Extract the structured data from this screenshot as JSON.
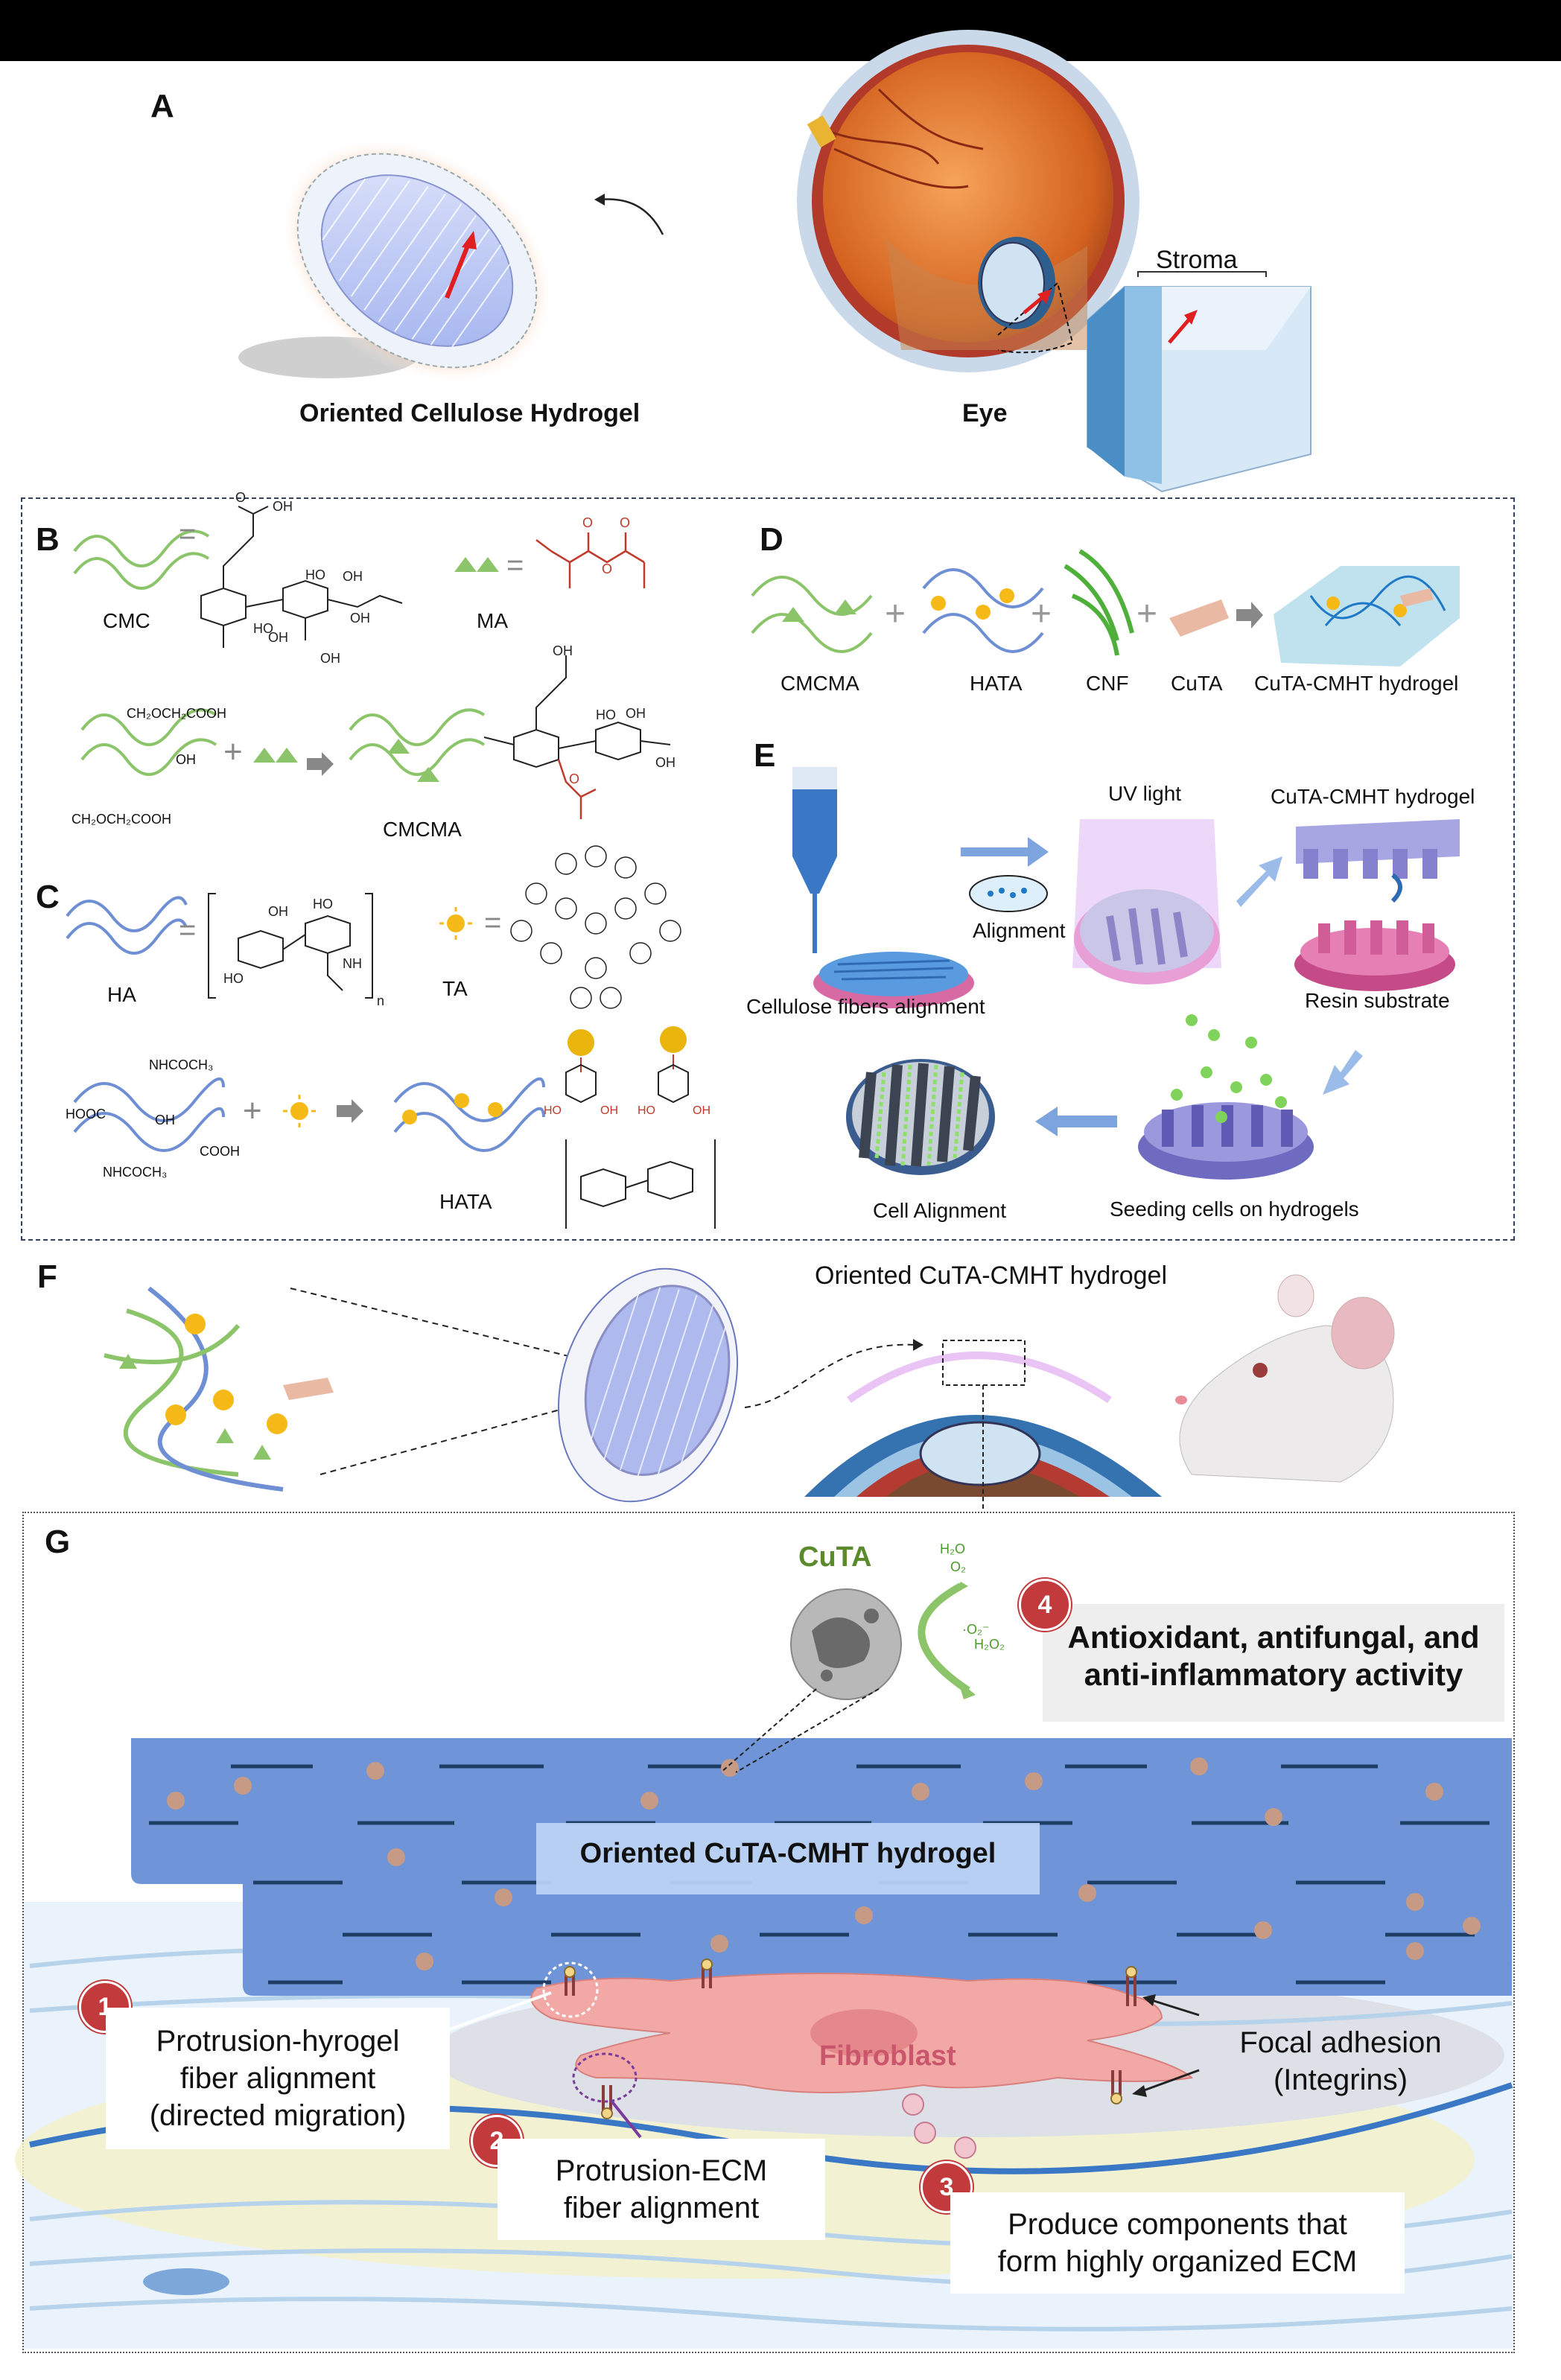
{
  "panels": {
    "A": {
      "letter": "A",
      "hydrogel_label": "Oriented Cellulose Hydrogel",
      "eye_label": "Eye",
      "stroma_label": "Stroma"
    },
    "B": {
      "letter": "B",
      "cmc": "CMC",
      "ma": "MA",
      "cmcma": "CMCMA",
      "substituent_top": "CH₂OCH₂COOH",
      "substituent_bottom": "CH₂OCH₂COOH",
      "oh": "OH"
    },
    "C": {
      "letter": "C",
      "ha": "HA",
      "ta": "TA",
      "hata": "HATA",
      "nhcoch3": "NHCOCH₃",
      "nhcoch3_b": "NHCOCH₃",
      "hooc": "HOOC",
      "cooh": "COOH",
      "oh": "OH",
      "n": "n"
    },
    "D": {
      "letter": "D",
      "items": [
        "CMCMA",
        "HATA",
        "CNF",
        "CuTA",
        "CuTA-CMHT hydrogel"
      ]
    },
    "E": {
      "letter": "E",
      "uv_light": "UV light",
      "alignment": "Alignment",
      "cellulose_fibers_alignment": "Cellulose fibers alignment",
      "cuta_cmht_hydrogel": "CuTA-CMHT hydrogel",
      "resin_substrate": "Resin substrate",
      "seeding_cells": "Seeding cells on hydrogels",
      "cell_alignment": "Cell Alignment"
    },
    "F": {
      "letter": "F",
      "title": "Oriented CuTA-CMHT hydrogel"
    },
    "G": {
      "letter": "G",
      "cuta": "CuTA",
      "h2o": "H₂O",
      "o2": "O₂",
      "superoxide": "·O₂⁻",
      "h2o2": "H₂O₂",
      "hydrogel_label": "Oriented CuTA-CMHT hydrogel",
      "fibroblast": "Fibroblast",
      "activity_line1": "Antioxidant, antifungal, and",
      "activity_line2": "anti-inflammatory activity",
      "focal_line1": "Focal adhesion",
      "focal_line2": "(Integrins)",
      "callout1_line1": "Protrusion-hyrogel",
      "callout1_line2": "fiber alignment",
      "callout1_line3": "(directed migration)",
      "callout2_line1": "Protrusion-ECM",
      "callout2_line2": "fiber alignment",
      "callout3_line1": "Produce  components that",
      "callout3_line2": "form highly organized ECM",
      "badges": [
        "1",
        "2",
        "3",
        "4"
      ]
    }
  },
  "colors": {
    "cmc_green": "#8cc46a",
    "ha_blue": "#6f8fd4",
    "ma_red": "#c0392b",
    "hydrogel_blue": "#6f95d8",
    "fibroblast_pink": "#f2a9a6",
    "badge_red": "#c23a3c",
    "sun_yellow": "#f5b918"
  }
}
